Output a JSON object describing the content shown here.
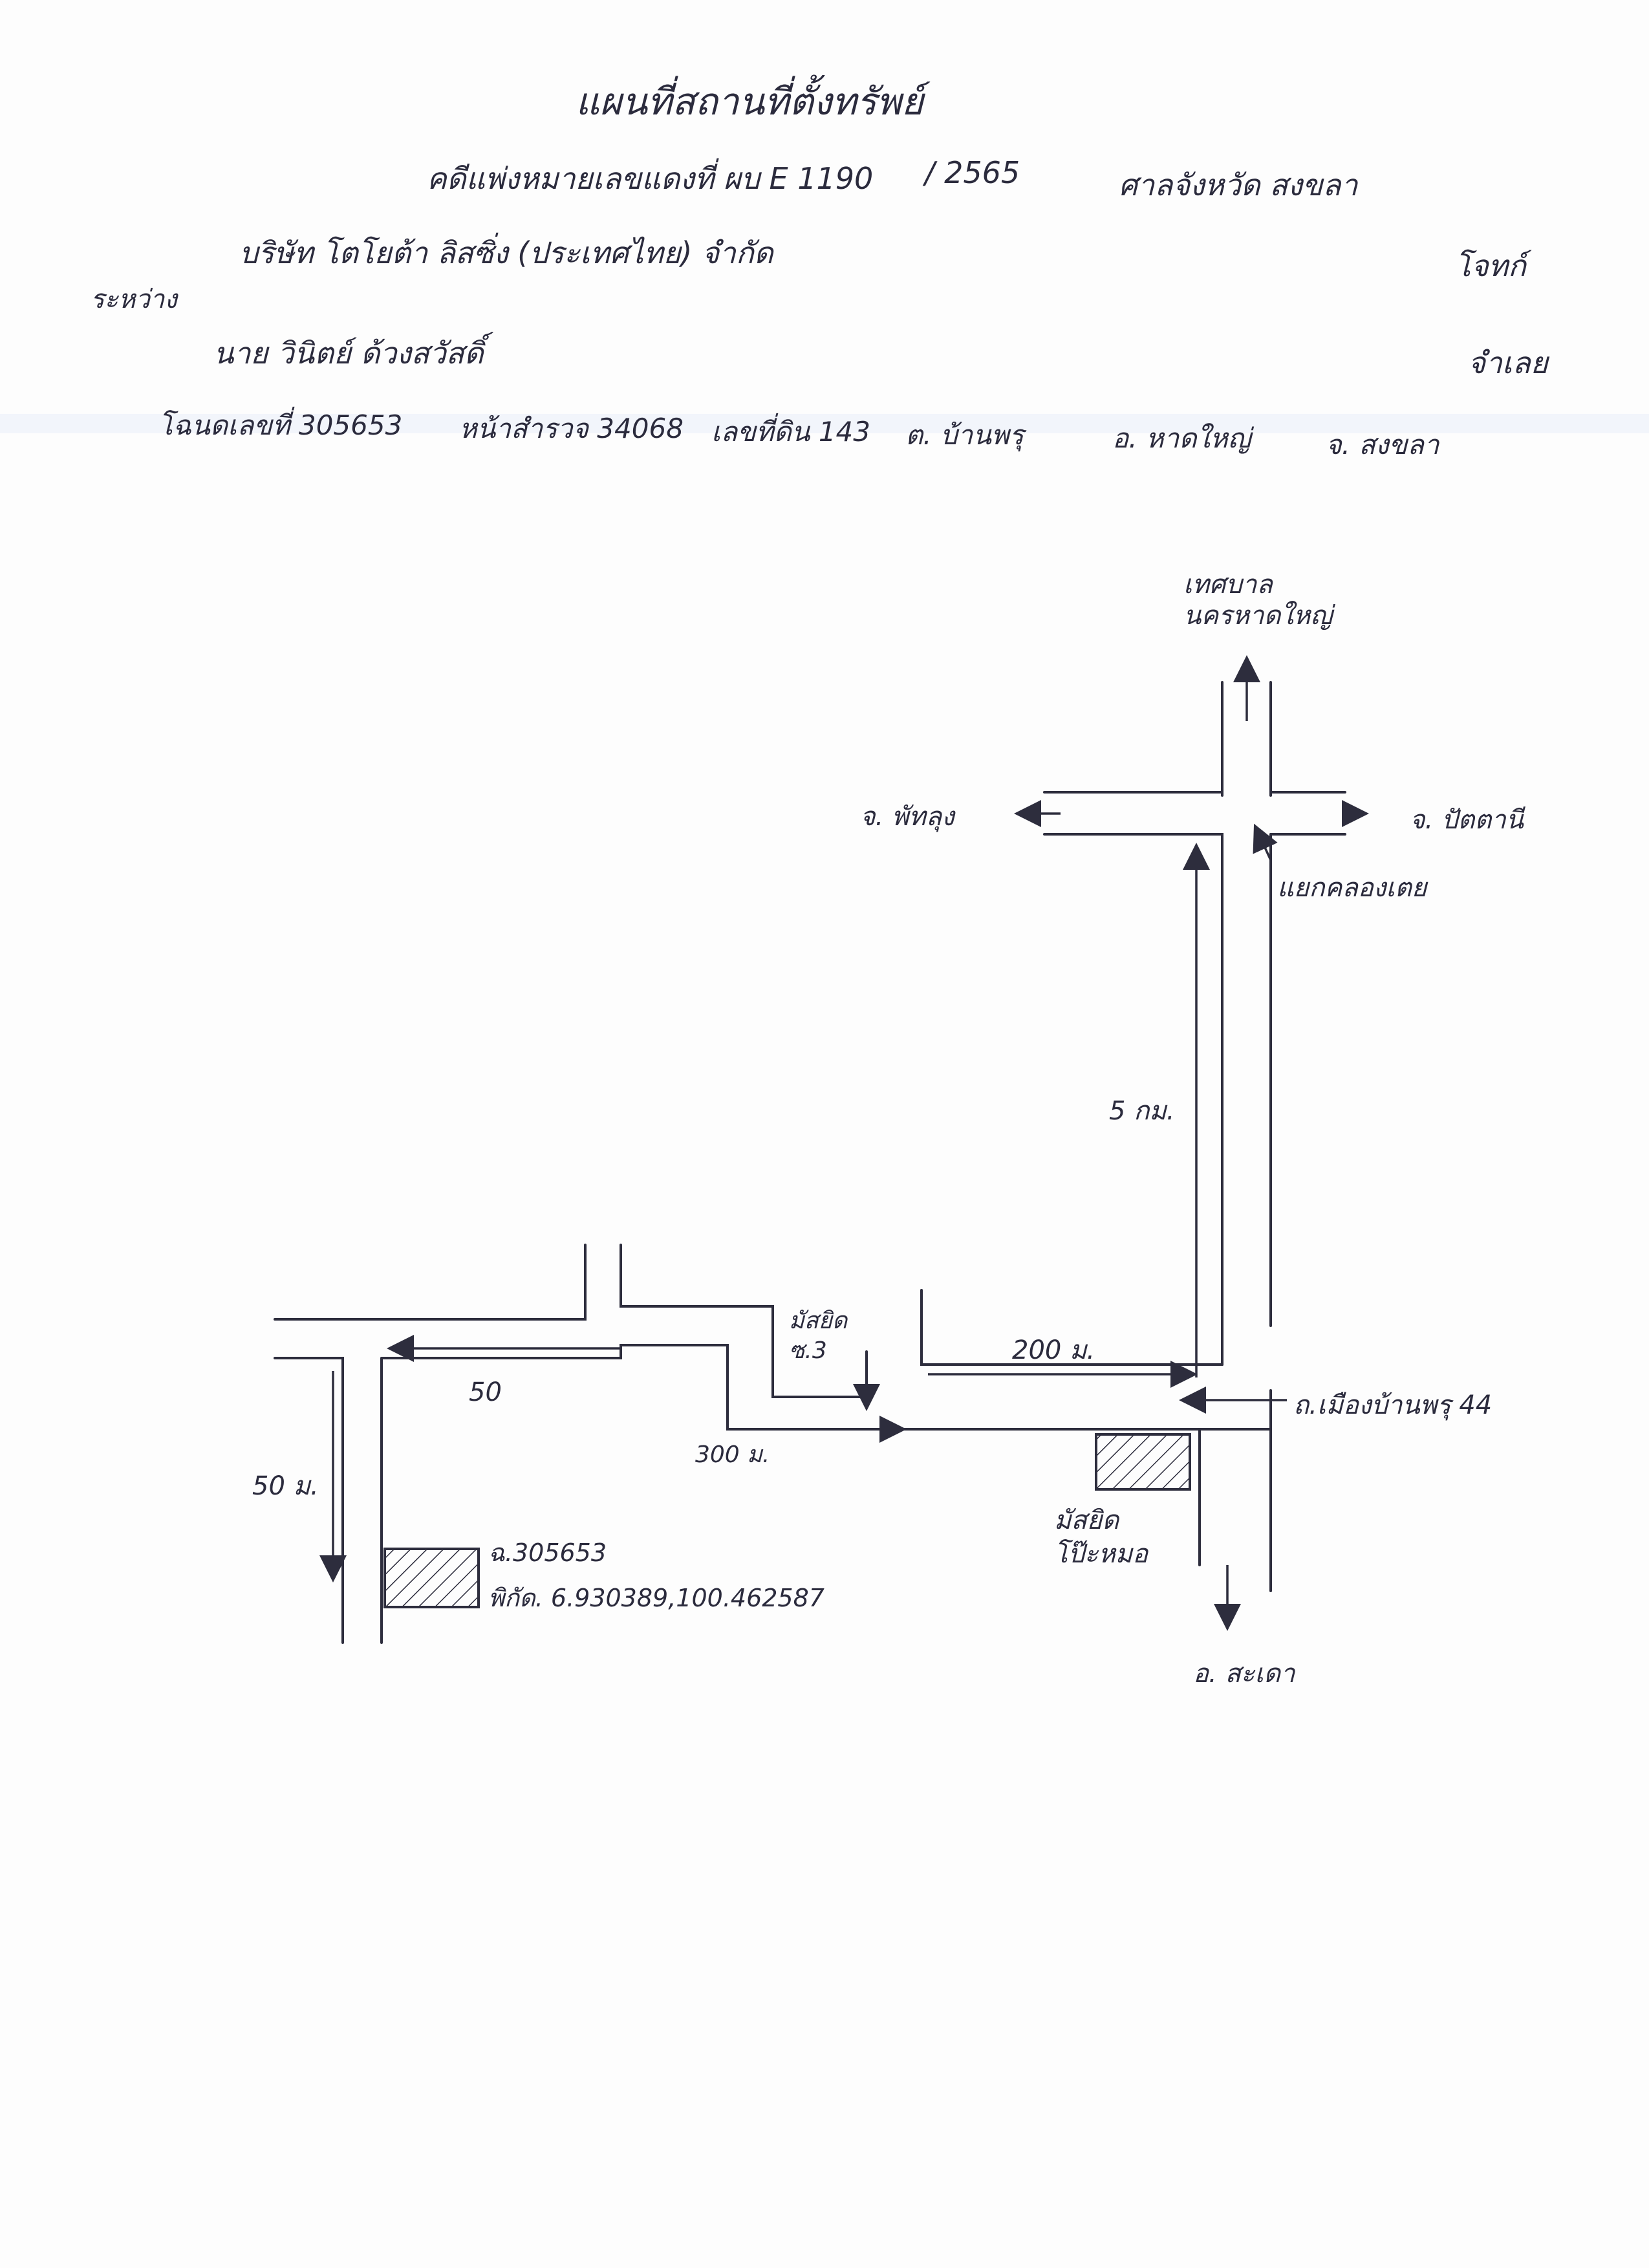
{
  "header": {
    "title": "แผนที่สถานที่ตั้งทรัพย์",
    "case_line": "คดีแพ่งหมายเลขแดงที่ ผบ E 1190",
    "case_year": "/ 2565",
    "court": "ศาลจังหวัด สงขลา",
    "between_label": "ระหว่าง",
    "plaintiff": "บริษัท โตโยต้า ลิสซิ่ง (ประเทศไทย) จำกัด",
    "plaintiff_role": "โจทก์",
    "defendant": "นาย วินิตย์ ด้วงสวัสดิ์",
    "defendant_role": "จำเลย",
    "deed_no": "โฉนดเลขที่ 305653",
    "survey_page": "หน้าสำรวจ 34068",
    "land_no": "เลขที่ดิน 143",
    "subdistrict": "ต. บ้านพรุ",
    "district": "อ. หาดใหญ่",
    "province": "จ. สงขลา"
  },
  "map": {
    "municipality": "เทศบาล\nนครหาดใหญ่",
    "to_west": "จ. พัทลุง",
    "to_east": "จ. ปัตตานี",
    "junction": "แยกคลองเตย",
    "dist_5km": "5 กม.",
    "dist_200m": "200 ม.",
    "mosque_small": "มัสยิด\nซ.3",
    "road_name": "ถ.เมืองบ้านพรุ 44",
    "dist_300m": "300 ม.",
    "dist_50": "50",
    "dist_50m": "50 ม.",
    "mosque_big": "มัสยิด\nโป๊ะหมอ",
    "parcel_deed": "ฉ.305653",
    "parcel_coords": "พิกัด. 6.930389,100.462587",
    "to_south": "อ. สะเดา"
  }
}
